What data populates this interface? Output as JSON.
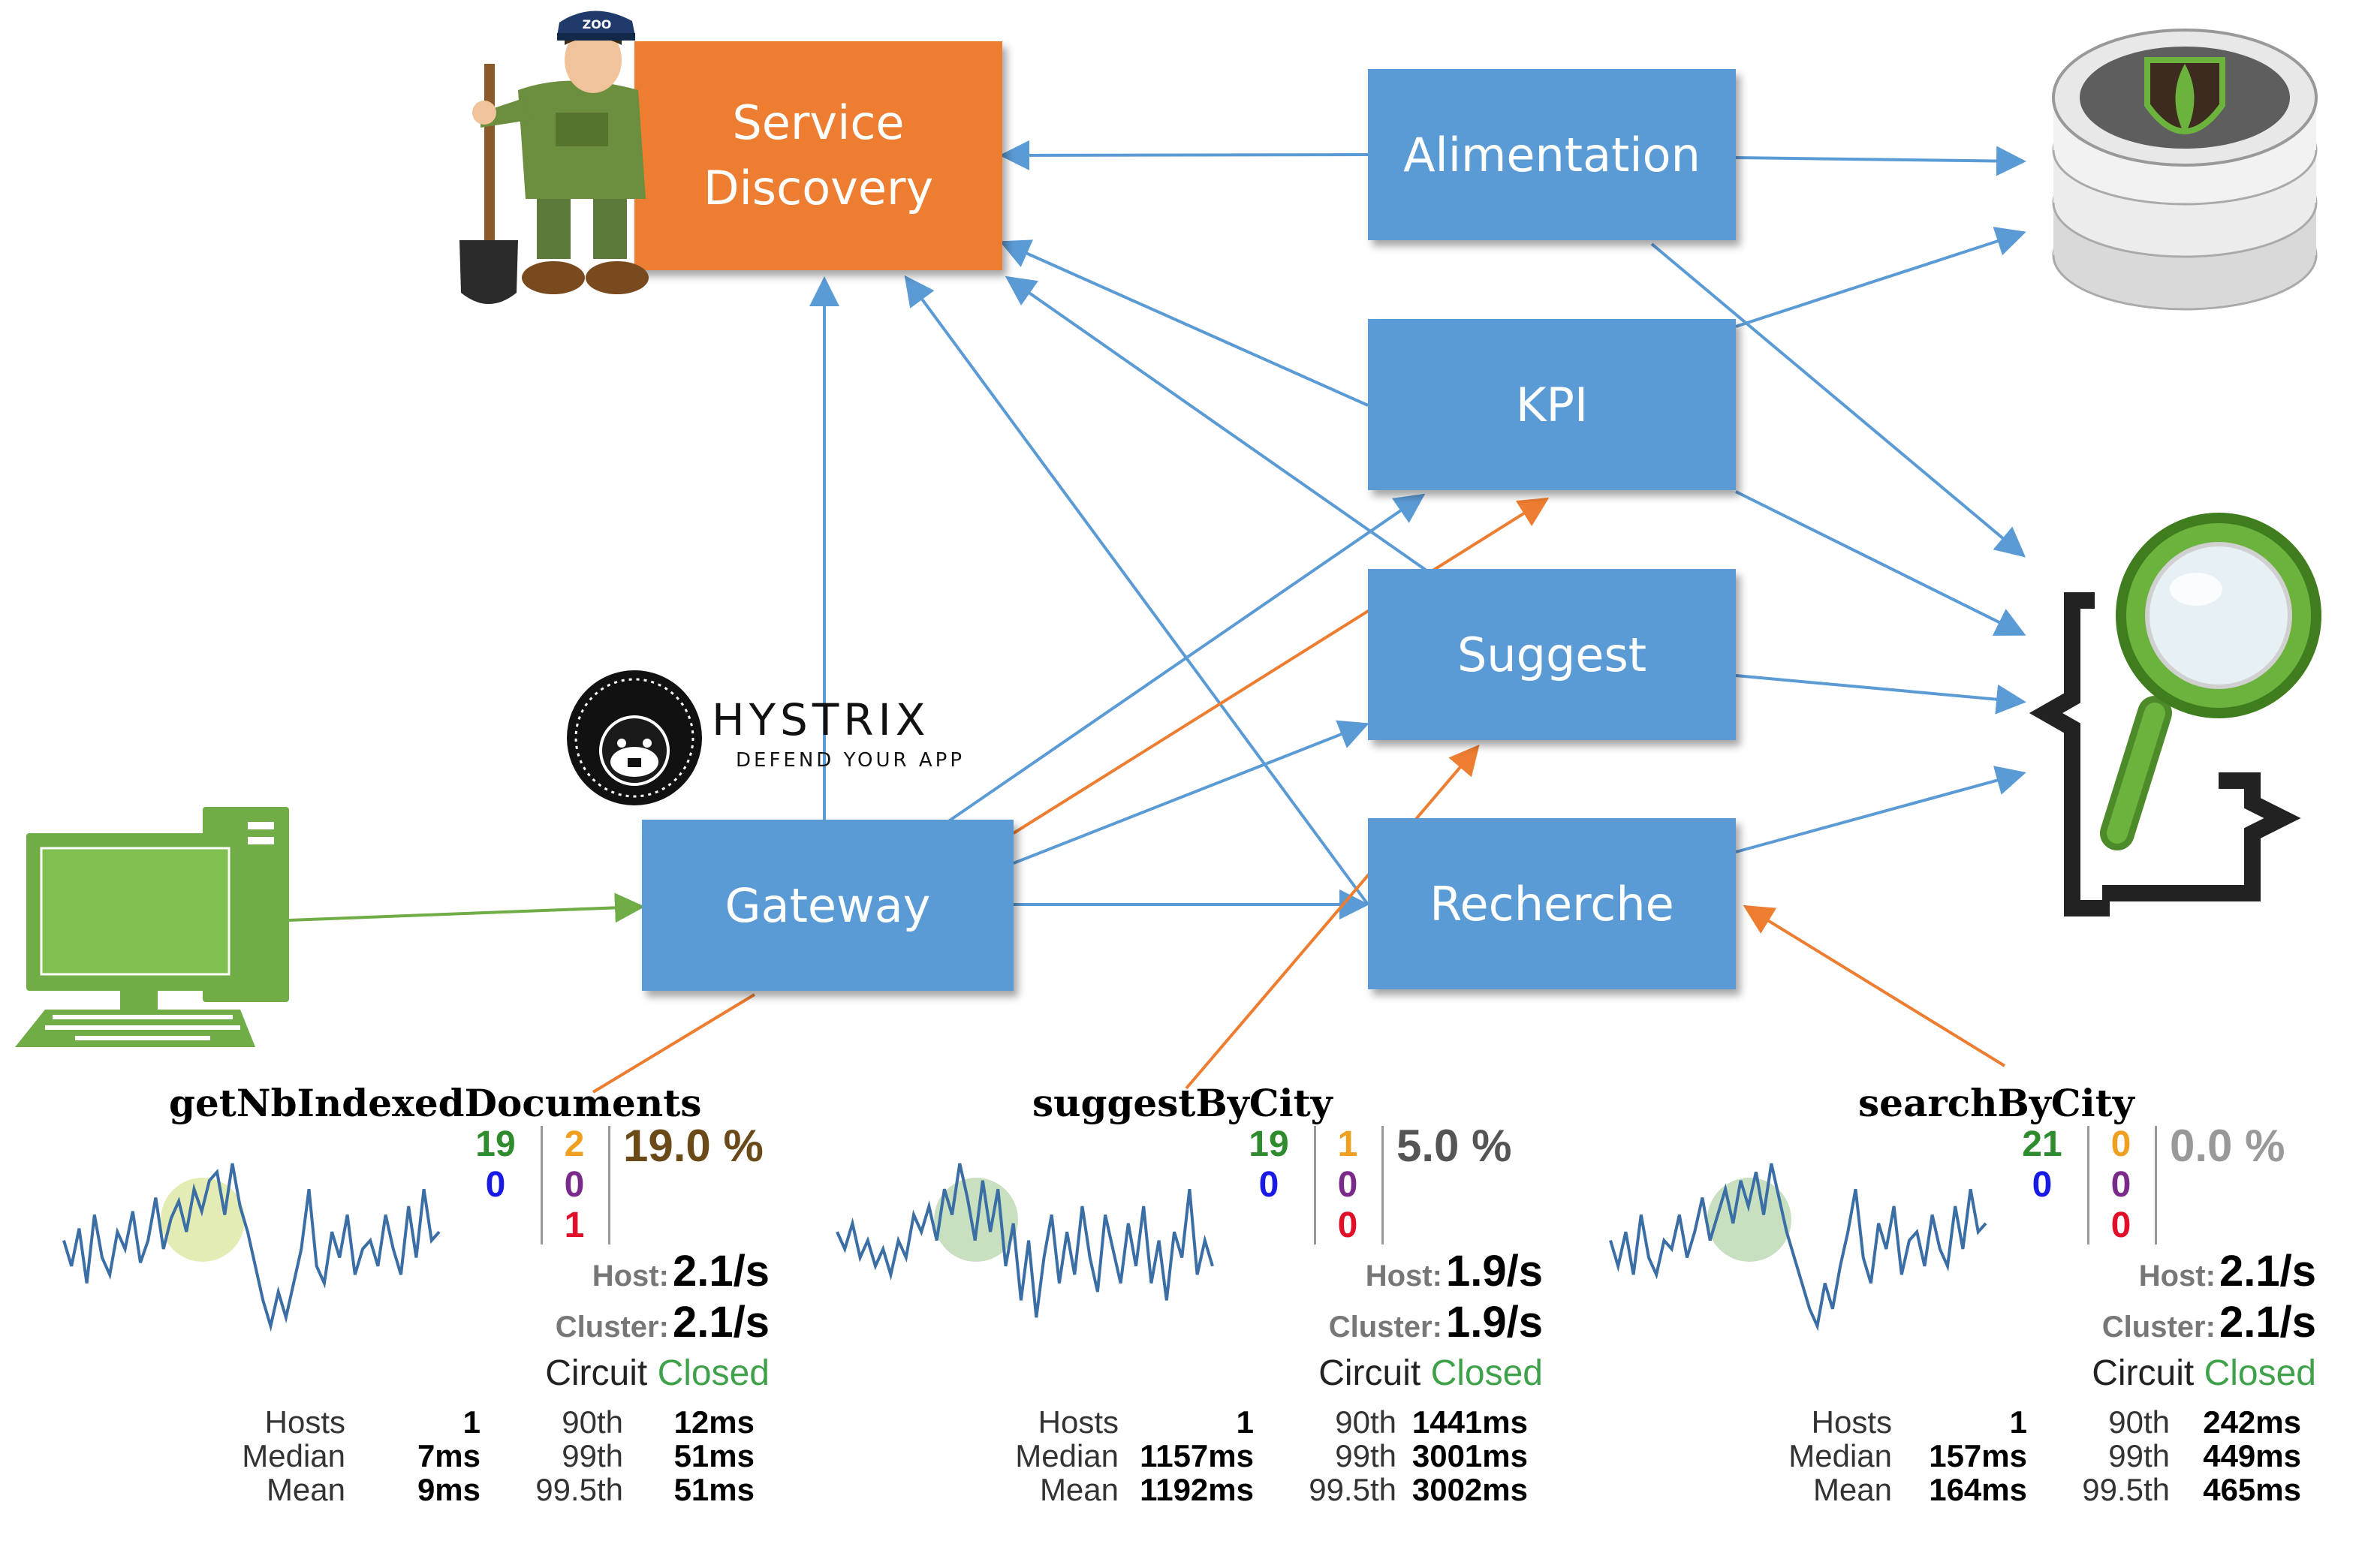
{
  "services": {
    "service_discovery": "Service\nDiscovery",
    "alimentation": "Alimentation",
    "kpi": "KPI",
    "suggest": "Suggest",
    "recherche": "Recherche",
    "gateway": "Gateway"
  },
  "hystrix": {
    "title": "HYSTRIX",
    "tagline": "DEFEND YOUR APP"
  },
  "zookeeper_hat": "ZOO",
  "colors": {
    "service_blue": "#5b9bd5",
    "discovery_orange": "#ed7d31",
    "arrow_blue": "#5b9bd5",
    "arrow_orange": "#ed7d31",
    "arrow_green": "#70ad47",
    "computer_green": "#70ad47",
    "count_success": "#2e8b2e",
    "count_blue": "#1a1ae6",
    "count_orange": "#f0a020",
    "count_purple": "#7a2a8a",
    "count_red": "#e0102a",
    "circuit_closed": "#3fa14a"
  },
  "icons": [
    "zookeeper-mascot-icon",
    "mongodb-database-icon",
    "elasticsearch-magnifier-icon",
    "desktop-computer-icon",
    "hystrix-hedgehog-icon"
  ],
  "commands": [
    {
      "name": "getNbIndexedDocuments",
      "success": "19",
      "short_circuited": "0",
      "timeout": "2",
      "rejected": "0",
      "failure": "1",
      "error_pct": "19.0 %",
      "error_pct_color": "#6b4a1a",
      "host_label": "Host:",
      "host_rate": "2.1/s",
      "cluster_label": "Cluster:",
      "cluster_rate": "2.1/s",
      "circuit_label": "Circuit",
      "circuit_status": "Closed",
      "hosts_label": "Hosts",
      "hosts": "1",
      "median_label": "Median",
      "median": "7ms",
      "mean_label": "Mean",
      "mean": "9ms",
      "p90_label": "90th",
      "p90": "12ms",
      "p99_label": "99th",
      "p99": "51ms",
      "p995_label": "99.5th",
      "p995": "51ms",
      "sparkline": [
        0.55,
        0.4,
        0.62,
        0.3,
        0.7,
        0.45,
        0.35,
        0.6,
        0.5,
        0.72,
        0.42,
        0.55,
        0.8,
        0.5,
        0.68,
        0.78,
        0.6,
        0.85,
        0.72,
        0.9,
        0.95,
        0.7,
        1.0,
        0.75,
        0.6,
        0.4,
        0.2,
        0.05,
        0.25,
        0.1,
        0.3,
        0.5,
        0.85,
        0.4,
        0.3,
        0.6,
        0.45,
        0.7,
        0.35,
        0.5,
        0.55,
        0.4,
        0.7,
        0.5,
        0.35,
        0.75,
        0.45,
        0.85,
        0.55,
        0.6
      ],
      "circle_color": "#e3ecb4"
    },
    {
      "name": "suggestByCity",
      "success": "19",
      "short_circuited": "0",
      "timeout": "1",
      "rejected": "0",
      "failure": "0",
      "error_pct": "5.0 %",
      "error_pct_color": "#555555",
      "host_label": "Host:",
      "host_rate": "1.9/s",
      "cluster_label": "Cluster:",
      "cluster_rate": "1.9/s",
      "circuit_label": "Circuit",
      "circuit_status": "Closed",
      "hosts_label": "Hosts",
      "hosts": "1",
      "median_label": "Median",
      "median": "1157ms",
      "mean_label": "Mean",
      "mean": "1192ms",
      "p90_label": "90th",
      "p90": "1441ms",
      "p99_label": "99th",
      "p99": "3001ms",
      "p995_label": "99.5th",
      "p995": "3002ms",
      "sparkline": [
        0.6,
        0.5,
        0.65,
        0.45,
        0.55,
        0.4,
        0.5,
        0.35,
        0.55,
        0.45,
        0.7,
        0.6,
        0.75,
        0.55,
        0.85,
        0.7,
        1.0,
        0.8,
        0.55,
        0.9,
        0.6,
        0.85,
        0.4,
        0.65,
        0.2,
        0.55,
        0.1,
        0.45,
        0.7,
        0.3,
        0.6,
        0.35,
        0.75,
        0.45,
        0.25,
        0.7,
        0.5,
        0.3,
        0.65,
        0.4,
        0.75,
        0.3,
        0.55,
        0.2,
        0.6,
        0.45,
        0.85,
        0.35,
        0.55,
        0.4
      ],
      "circle_color": "#c8dfc0"
    },
    {
      "name": "searchByCity",
      "success": "21",
      "short_circuited": "0",
      "timeout": "0",
      "rejected": "0",
      "failure": "0",
      "error_pct": "0.0 %",
      "error_pct_color": "#999999",
      "host_label": "Host:",
      "host_rate": "2.1/s",
      "cluster_label": "Cluster:",
      "cluster_rate": "2.1/s",
      "circuit_label": "Circuit",
      "circuit_status": "Closed",
      "hosts_label": "Hosts",
      "hosts": "1",
      "median_label": "Median",
      "median": "157ms",
      "mean_label": "Mean",
      "mean": "164ms",
      "p90_label": "90th",
      "p90": "242ms",
      "p99_label": "99th",
      "p99": "449ms",
      "p995_label": "99.5th",
      "p995": "465ms",
      "sparkline": [
        0.55,
        0.4,
        0.6,
        0.35,
        0.7,
        0.45,
        0.35,
        0.55,
        0.5,
        0.7,
        0.45,
        0.6,
        0.8,
        0.55,
        0.7,
        0.85,
        0.65,
        0.9,
        0.75,
        0.95,
        0.7,
        1.0,
        0.8,
        0.6,
        0.45,
        0.3,
        0.15,
        0.05,
        0.3,
        0.15,
        0.4,
        0.6,
        0.85,
        0.45,
        0.3,
        0.65,
        0.5,
        0.75,
        0.35,
        0.55,
        0.6,
        0.4,
        0.7,
        0.5,
        0.4,
        0.75,
        0.5,
        0.85,
        0.6,
        0.65
      ],
      "circle_color": "#c8dfc0"
    }
  ]
}
